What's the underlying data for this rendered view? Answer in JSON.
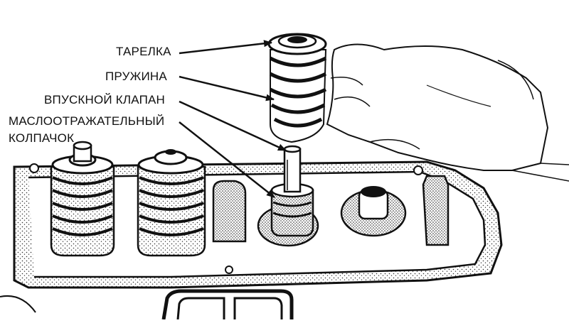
{
  "labels": {
    "retainer": "ТАРЕЛКА",
    "spring": "ПРУЖИНА",
    "intake_valve": "ВПУСКНОЙ КЛАПАН",
    "valve_seal_line1": "МАСЛООТРАЖАТЕЛЬНЫЙ",
    "valve_seal_line2": "КОЛПАЧОК"
  }
}
